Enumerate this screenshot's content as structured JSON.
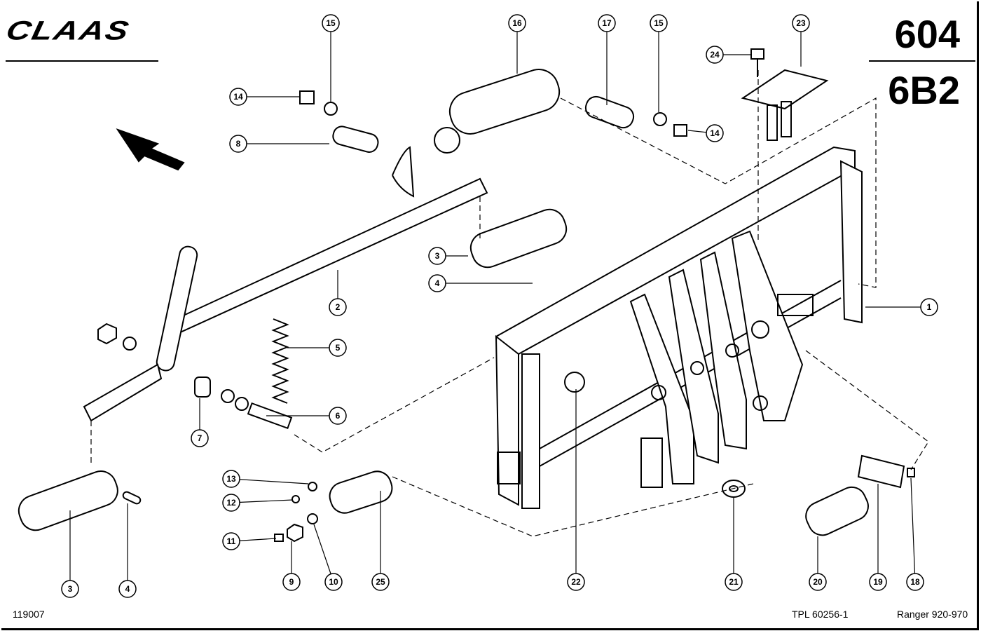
{
  "header": {
    "brand": "CLAAS",
    "group_number": "604",
    "page_code": "6B2"
  },
  "footer": {
    "image_number": "119007",
    "reference": "TPL 60256-1",
    "model_range": "Ranger 920-970"
  },
  "callouts": [
    "15",
    "14",
    "8",
    "16",
    "17",
    "15",
    "23",
    "24",
    "14",
    "3",
    "4",
    "2",
    "1",
    "5",
    "6",
    "7",
    "13",
    "12",
    "11",
    "9",
    "10",
    "25",
    "3",
    "4",
    "22",
    "21",
    "20",
    "19",
    "18"
  ],
  "icons": {
    "direction": "arrow-icon"
  }
}
